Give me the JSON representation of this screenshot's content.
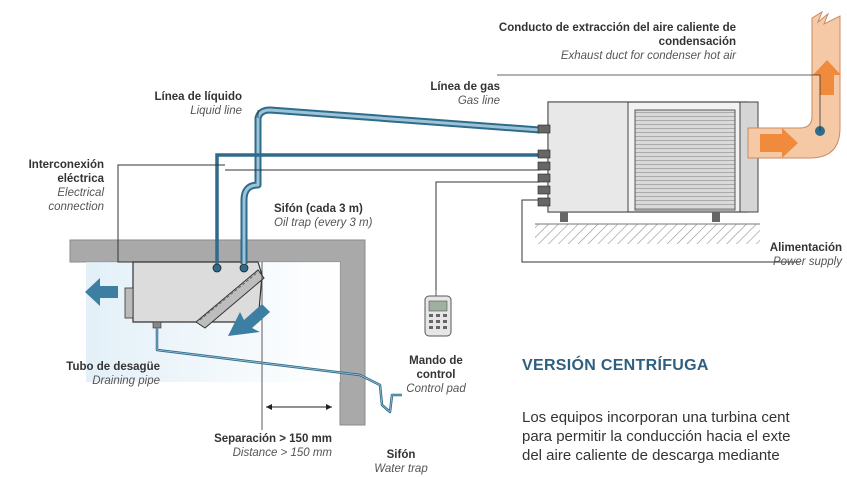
{
  "labels": {
    "exhaust_es": "Conducto de extracción del aire caliente de condensación",
    "exhaust_en": "Exhaust duct for condenser hot air",
    "gas_es": "Línea de gas",
    "gas_en": "Gas line",
    "liquid_es": "Línea de líquido",
    "liquid_en": "Liquid line",
    "electrical_es": "Interconexión eléctrica",
    "electrical_en": "Electrical connection",
    "oiltrap_es": "Sifón (cada 3 m)",
    "oiltrap_en": "Oil trap (every 3 m)",
    "power_es": "Alimentación",
    "power_en": "Power supply",
    "control_es": "Mando de control",
    "control_en": "Control pad",
    "drain_es": "Tubo de desagüe",
    "drain_en": "Draining pipe",
    "distance_es": "Separación > 150 mm",
    "distance_en": "Distance > 150 mm",
    "watertrap_es": "Sifón",
    "watertrap_en": "Water trap"
  },
  "section": {
    "title": "VERSIÓN CENTRÍFUGA",
    "lines": [
      "Los equipos incorporan una turbina cent",
      "para permitir la conducción hacia el exte",
      "del aire caliente de descarga mediante"
    ]
  },
  "colors": {
    "pipe": "#2f6b8a",
    "pipe_light": "#9cc3d8",
    "wall": "#9a9a9a",
    "duct": "#f6c9a6",
    "arrow_orange": "#f08a3c",
    "arrow_blue": "#3d7ea3",
    "ground": "#cfd4d8"
  }
}
